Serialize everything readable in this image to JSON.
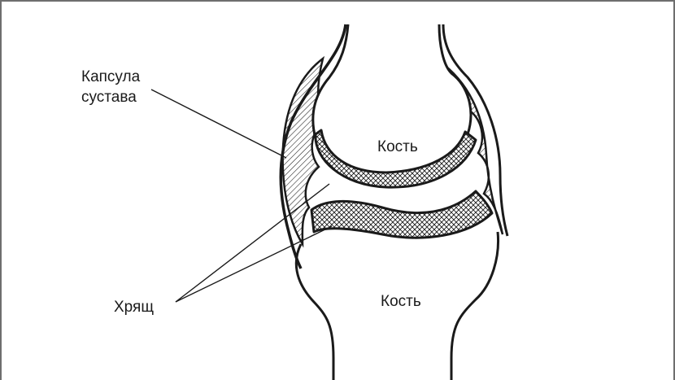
{
  "labels": {
    "capsule_line1": "Капсула",
    "capsule_line2": "сустава",
    "bone_top": "Кость",
    "bone_bottom": "Кость",
    "cartilage": "Хрящ"
  },
  "colors": {
    "ink": "#1a1a1a",
    "frame": "#6e6e6e",
    "background": "#ffffff"
  }
}
